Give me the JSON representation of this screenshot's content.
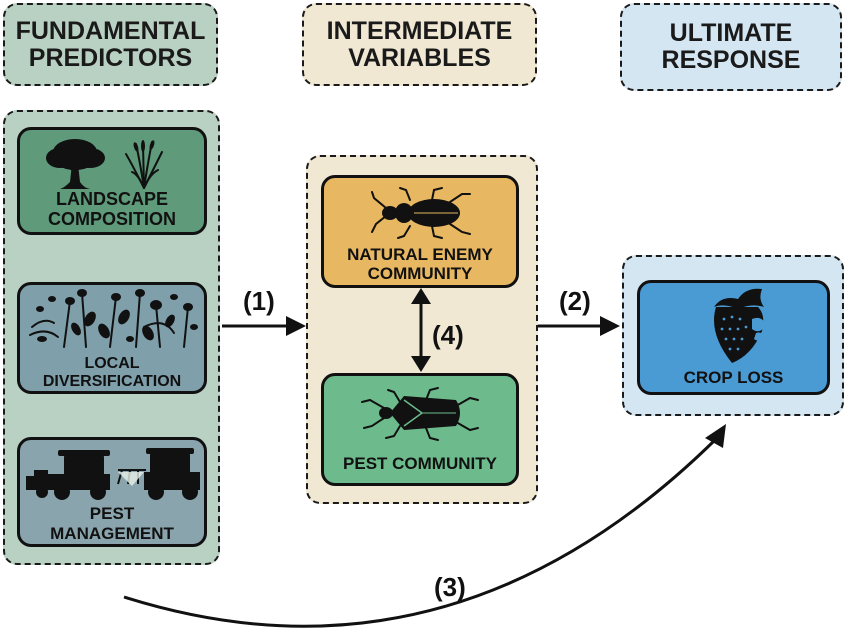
{
  "headers": {
    "fundamental": "FUNDAMENTAL\nPREDICTORS",
    "intermediate": "INTERMEDIATE\nVARIABLES",
    "ultimate": "ULTIMATE\nRESPONSE"
  },
  "boxes": {
    "landscape": "LANDSCAPE\nCOMPOSITION",
    "local": "LOCAL\nDIVERSIFICATION",
    "pest_management": "PEST\nMANAGEMENT",
    "natural_enemy": "NATURAL ENEMY\nCOMMUNITY",
    "pest_community": "PEST COMMUNITY",
    "crop_loss": "CROP LOSS"
  },
  "arrows": {
    "a1": "(1)",
    "a2": "(2)",
    "a3": "(3)",
    "a4": "(4)"
  },
  "colors": {
    "predictor_panel": "#b9d1c3",
    "intermediate_panel": "#f1e8d4",
    "response_panel": "#d4e6f2",
    "landscape_box": "#5f9a7b",
    "local_box": "#7f9fab",
    "pest_mgmt_box": "#8aa4ad",
    "natural_enemy_box": "#e8b761",
    "pest_community_box": "#6dbb8c",
    "crop_loss_box": "#4a9ad4"
  },
  "icons": {
    "landscape": [
      "tree-icon",
      "grass-icon"
    ],
    "local": "flowering-plants-icon",
    "pest_management": [
      "harvester-icon",
      "tractor-sprayer-icon"
    ],
    "natural_enemy": "ground-beetle-icon",
    "pest_community": "stink-bug-icon",
    "crop_loss": "damaged-strawberry-icon"
  }
}
